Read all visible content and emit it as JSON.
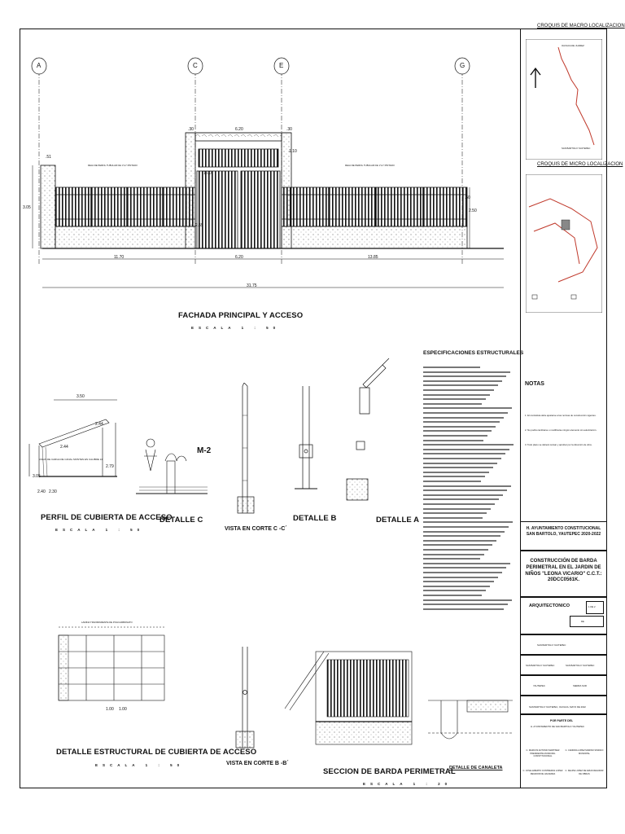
{
  "drawing": {
    "titles": {
      "fachada": "FACHADA PRINCIPAL  Y  ACCESO",
      "perfil": "PERFIL DE CUBIERTA DE ACCESO",
      "detalle_estructural": "DETALLE ESTRUCTURAL DE CUBIERTA DE ACCESO",
      "vista_cc": "VISTA EN CORTE C -C´",
      "vista_bb": "VISTA EN CORTE B -B´",
      "seccion": "SECCION DE BARDA PERIMETRAL",
      "detalle_a": "DETALLE A",
      "detalle_b": "DETALLE B",
      "detalle_c": "DETALLE C",
      "detalle_canaleta": "DETALLE DE CANALETA"
    },
    "scale_1_50": "ESCALA    1 : 50",
    "scale_1_20": "ESCALA    1 : 20",
    "grid_axes": [
      "A",
      "C",
      "E",
      "G"
    ],
    "fachada_dims": {
      "top_left": ".30",
      "top_mid": "6.20",
      "top_right": ".30",
      "left_small": ".51",
      "gate_h": "1.10",
      "gate_inner": "1.00",
      "bay": "2.55",
      "height_left": "3.05",
      "right_a": ".50",
      "right_b": "2.50",
      "seg_left": "11.70",
      "seg_mid": "6.20",
      "seg_right": "13.85",
      "total": "31.75"
    },
    "fence_label_left": "REJA DE PERFIL TUBULAR DE 1\"x1\" PINTADO",
    "fence_label_right": "REJA DE PERFIL TUBULAR DE 1\"x1\" PINTADO",
    "perfil_dims": {
      "w": "3.50",
      "slope": "2.44",
      "side": "2.44",
      "h_total": "3.05",
      "h_a": "2.40",
      "h_b": "2.30",
      "h_r": "2.79"
    },
    "perfil_note": "VIGAS DE CARGA DE CANAL MONTEN EN CALIBRE 14",
    "detalle_c_label": "M-2",
    "estructural_note": "LAMINA TRANSPARENTE DE POLICARBONATO",
    "estructural_dims": [
      "1.00",
      "1.00"
    ],
    "specs": {
      "heading": "ESPECIFICACIONES ESTRUCTURALES",
      "line_count": 54
    },
    "notes": {
      "heading": "NOTAS",
      "items": [
        "1. El contratista debe ajustarse a las normas de construcción vigentes.",
        "2. No podrá cambiarse o modificarse ningún elemento sin autorización.",
        "3. Todo plano se deberá revisar y aprobar por la dirección de obra."
      ]
    },
    "location_map_1": {
      "title": "CROQUIS DE MACRO LOCALIZACION",
      "label_top": "OAXACA DE JUAREZ",
      "label_bottom": "SAN BARTOLO YAUTEPEC"
    },
    "location_map_2": {
      "title": "CROQUIS DE MICRO LOCALIZACION"
    },
    "title_block": {
      "authority": "H. AYUNTAMIENTO CONSTITUCIONAL SAN BARTOLO, YAUTEPEC 2020-2022",
      "project": "CONSTRUCCIÓN DE BARDA PERIMETRAL EN EL JARDIN DE NIÑOS \"LEONA VICARIO\" C.C.T.: 20DCC0561K.",
      "plan_type": "ARQUITECTONICO",
      "sheet": "1 DE 2",
      "sheet_code": "DE",
      "locality_1": "SAN BARTOLO YAUTEPEC",
      "locality_2": "SAN BARTOLO YAUTEPEC",
      "locality_3": "SAN BARTOLO YAUTEPEC",
      "district": "YAUTEPEC",
      "region": "SIERRA SUR",
      "date": "SAN BARTOLO YAUTEPEC, OAXACA, MAYO DE 2022",
      "por_parte": "POR PARTE DEL",
      "authority_short": "H. AYUNTAMIENTO DE SAN BARTOLO YAUTEPEC",
      "sign_1": "C. MARCOS ANTONIO MARTINEZ PRESIDENTE MUNICIPAL CONSTITUCIONAL",
      "sign_2": "C. CANDIDA LOPEZ MARINO SINDICO MUNICIPAL",
      "sign_3": "C. JOSE ALBERTO CONTRERAS LOPEZ REGIDOR DE HACIENDA",
      "sign_4": "C. FELIPE LOPEZ DE ARIAS REGIDOR DE OBRAS"
    }
  }
}
